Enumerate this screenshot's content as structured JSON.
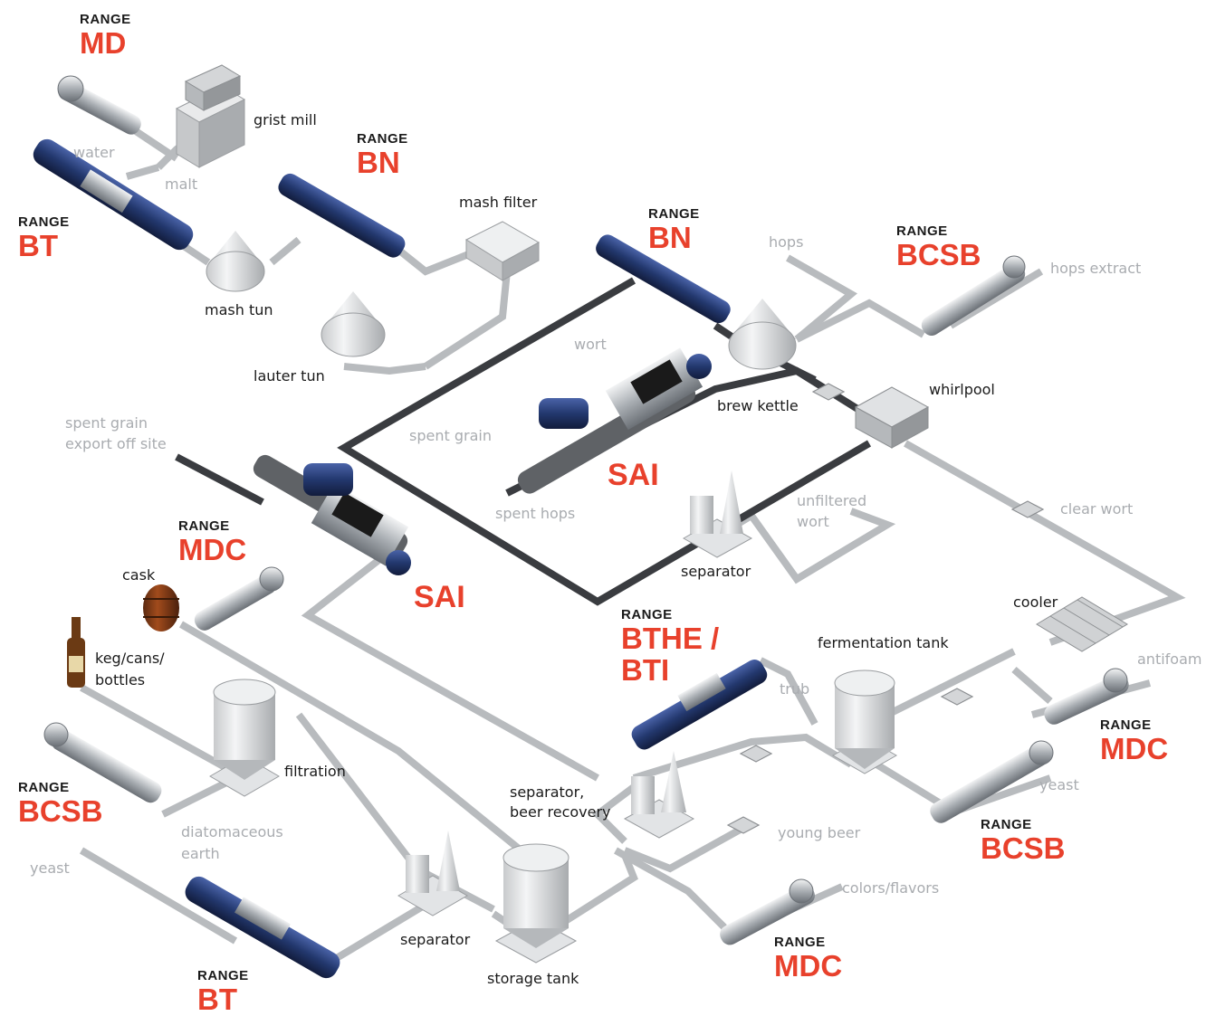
{
  "colors": {
    "accent": "#e8412c",
    "pipe": "#b8bbbe",
    "pipe_dark": "#3a3c40",
    "pump_blue": "#23386e",
    "pump_steel": "#9aa0a6",
    "vessel": "#d8dadc"
  },
  "ranges": {
    "range_word": "RANGE",
    "md": "MD",
    "bt_top": "BT",
    "bn_top": "BN",
    "bn_mid": "BN",
    "bcsb_top": "BCSB",
    "mdc_left": "MDC",
    "bthe_line1": "BTHE /",
    "bthe_line2": "BTI",
    "mdc_right": "MDC",
    "bcsb_left": "BCSB",
    "bcsb_right": "BCSB",
    "mdc_bottom": "MDC",
    "bt_bottom": "BT"
  },
  "sai": {
    "top": "SAI",
    "left": "SAI"
  },
  "equipment": {
    "grist_mill": "grist mill",
    "mash_filter": "mash filter",
    "mash_tun": "mash tun",
    "lauter_tun": "lauter tun",
    "brew_kettle": "brew kettle",
    "whirlpool": "whirlpool",
    "separator_mid": "separator",
    "cask": "cask",
    "keg_line1": "keg/cans/",
    "keg_line2": "bottles",
    "cooler": "cooler",
    "fermentation_tank": "fermentation tank",
    "filtration": "filtration",
    "sep_beer_line1": "separator,",
    "sep_beer_line2": "beer recovery",
    "separator_bottom": "separator",
    "storage_tank": "storage tank"
  },
  "flows": {
    "water": "water",
    "malt": "malt",
    "hops": "hops",
    "hops_extract": "hops extract",
    "wort": "wort",
    "spent_grain": "spent grain",
    "spent_grain_export_line1": "spent grain",
    "spent_grain_export_line2": "export off site",
    "spent_hops": "spent hops",
    "unfiltered_line1": "unfiltered",
    "unfiltered_line2": "wort",
    "clear_wort": "clear wort",
    "antifoam": "antifoam",
    "trub": "trub",
    "yeast_right": "yeast",
    "young_beer": "young beer",
    "colors_flavors": "colors/flavors",
    "diatom_line1": "diatomaceous",
    "diatom_line2": "earth",
    "yeast_left": "yeast"
  }
}
